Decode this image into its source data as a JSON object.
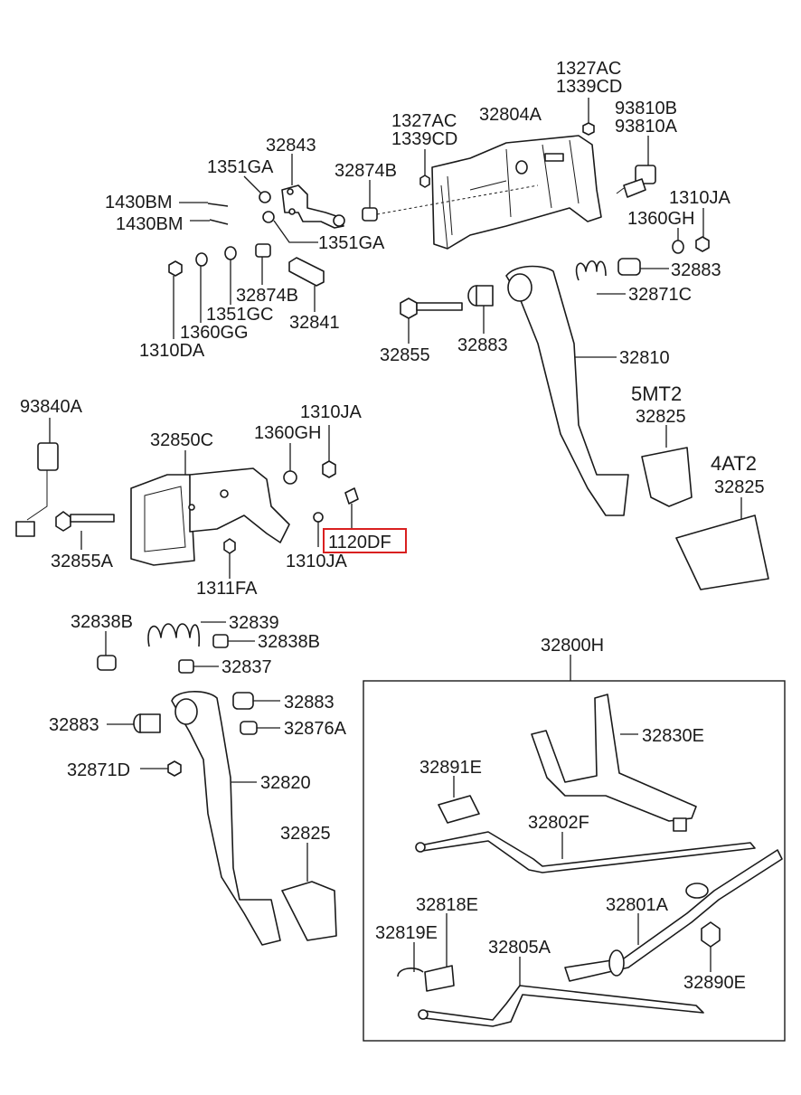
{
  "colors": {
    "line": "#1a1a1a",
    "background": "#ffffff",
    "highlight": "#d92020"
  },
  "labels": {
    "p1327ac_top": "1327AC",
    "p1339cd_top": "1339CD",
    "p93810b": "93810B",
    "p93810a": "93810A",
    "p1327ac": "1327AC",
    "p1339cd": "1339CD",
    "p32804a": "32804A",
    "p32843": "32843",
    "p1351ga_a": "1351GA",
    "p32874b_a": "32874B",
    "p1310ja_a": "1310JA",
    "p1360gh_a": "1360GH",
    "p1430bm_a": "1430BM",
    "p1430bm_b": "1430BM",
    "p1351ga_b": "1351GA",
    "p32883_a": "32883",
    "p32874b_b": "32874B",
    "p32871c": "32871C",
    "p1351gc": "1351GC",
    "p32841": "32841",
    "p1360gg": "1360GG",
    "p1310da": "1310DA",
    "p32855": "32855",
    "p32883_b": "32883",
    "p32810": "32810",
    "p93840a": "93840A",
    "p1310ja_b": "1310JA",
    "p5mt2": "5MT2",
    "p32825_a": "32825",
    "p32850c": "32850C",
    "p1360gh_b": "1360GH",
    "p4at2": "4AT2",
    "p32825_b": "32825",
    "p1120df": "1120DF",
    "p32855a": "32855A",
    "p1310ja_c": "1310JA",
    "p1311fa": "1311FA",
    "p32838b_a": "32838B",
    "p32839": "32839",
    "p32838b_b": "32838B",
    "p32837": "32837",
    "p32800h": "32800H",
    "p32883_c": "32883",
    "p32883_d": "32883",
    "p32876a": "32876A",
    "p32830e": "32830E",
    "p32871d": "32871D",
    "p32891e": "32891E",
    "p32820": "32820",
    "p32825_c": "32825",
    "p32802f": "32802F",
    "p32818e": "32818E",
    "p32801a": "32801A",
    "p32819e": "32819E",
    "p32805a": "32805A",
    "p32890e": "32890E"
  }
}
